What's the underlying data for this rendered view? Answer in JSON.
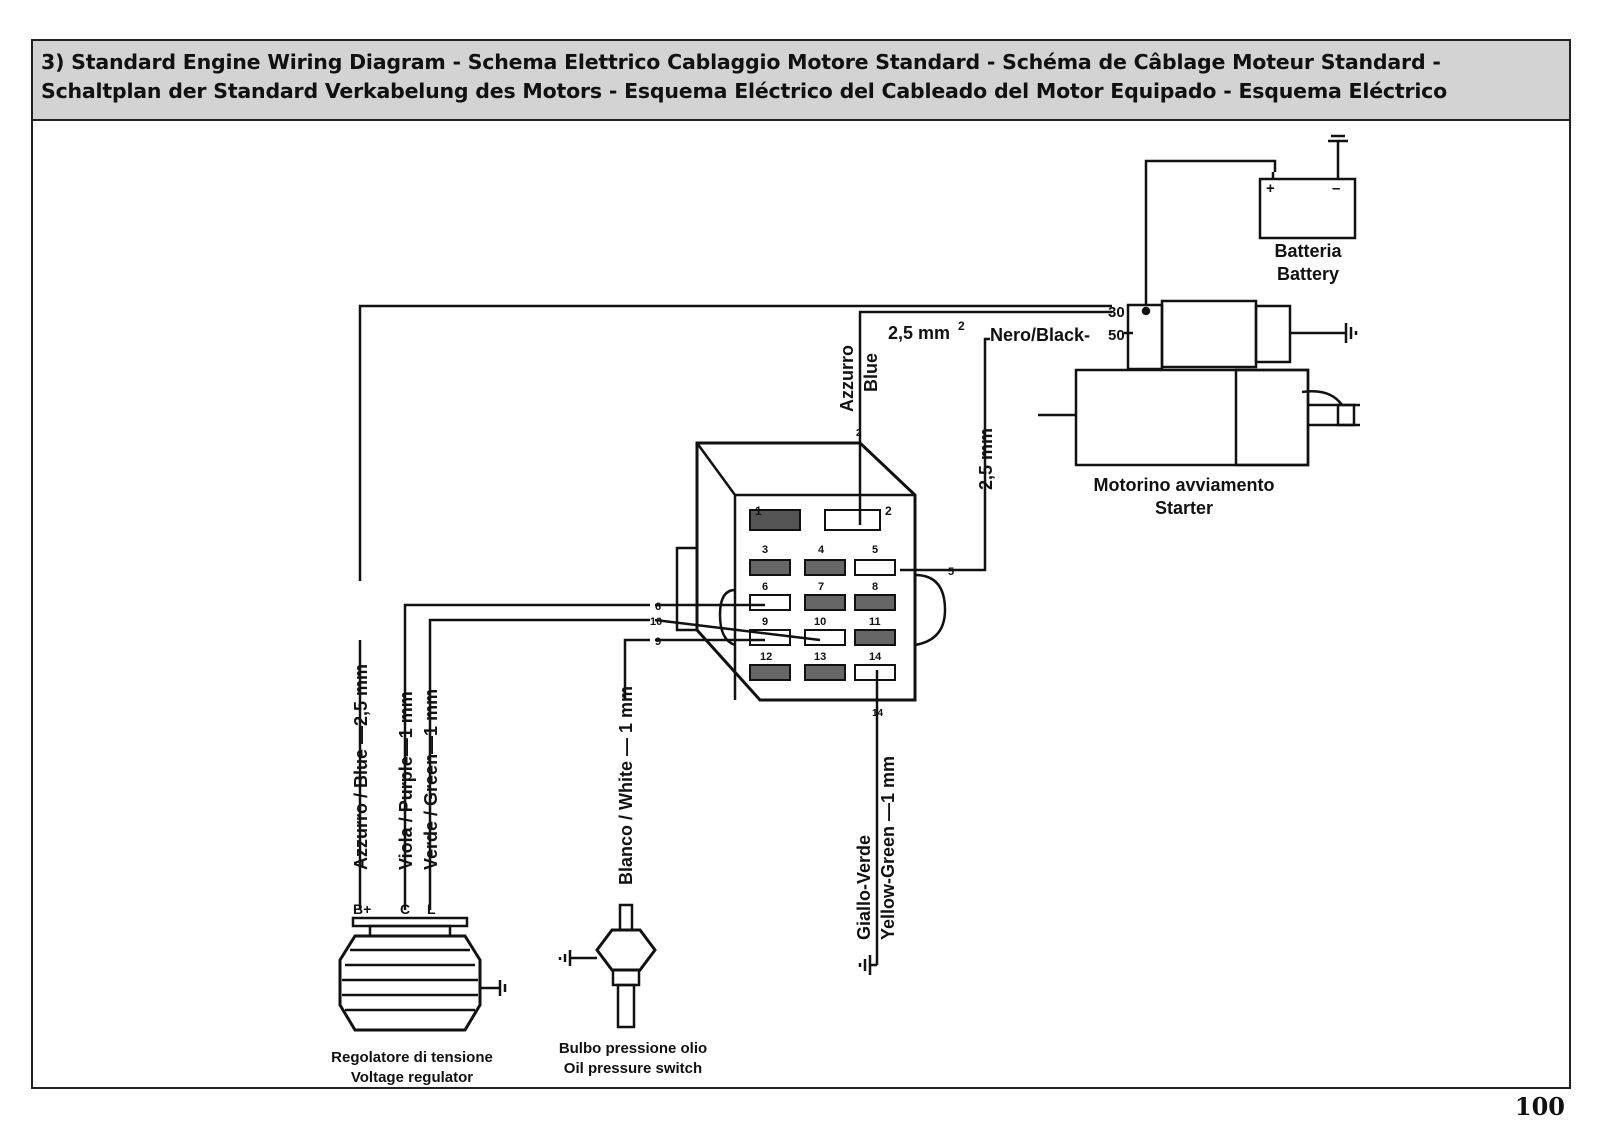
{
  "header": {
    "line1": "3) Standard Engine Wiring Diagram - Schema Elettrico Cablaggio Motore Standard - Schéma de Câblage Moteur Standard -",
    "line2": "Schaltplan der Standard Verkabelung des Motors - Esquema Eléctrico del Cableado del Motor Equipado - Esquema Eléctrico"
  },
  "battery": {
    "plus": "+",
    "minus": "–",
    "label_it": "Batteria",
    "label_en": "Battery"
  },
  "starter": {
    "label_it": "Motorino avviamento",
    "label_en": "Starter",
    "term_30": "30",
    "term_50": "50"
  },
  "wires": {
    "nero_black": "Nero/Black-",
    "section_top": "2,5 mm",
    "sup2": "2",
    "azzurro": "Azzurro",
    "blue": "Blue",
    "vert_25": "2,5 mm",
    "regulator_wires": "Azzurro / Blue —2,5 mm",
    "viola": "Viola / Purple—1 mm",
    "verde": "Verde / Green—1 mm",
    "bianco": "Blanco / White — 1 mm",
    "giallo_verde": "Giallo-Verde",
    "yellow_green": "Yellow-Green —1 mm"
  },
  "connector": {
    "pins": [
      "1",
      "2",
      "3",
      "4",
      "5",
      "6",
      "7",
      "8",
      "9",
      "10",
      "11",
      "12",
      "13",
      "14"
    ],
    "ext_2": "2",
    "ext_5": "5",
    "ext_6": "6",
    "ext_10": "10",
    "ext_9": "9",
    "ext_14": "14"
  },
  "regulator": {
    "label_it": "Regolatore di tensione",
    "label_en": "Voltage regulator",
    "term_b": "B+",
    "term_c": "C",
    "term_l": "L"
  },
  "oil_switch": {
    "label_it": "Bulbo pressione olio",
    "label_en": "Oil pressure switch"
  },
  "page_number": "100"
}
